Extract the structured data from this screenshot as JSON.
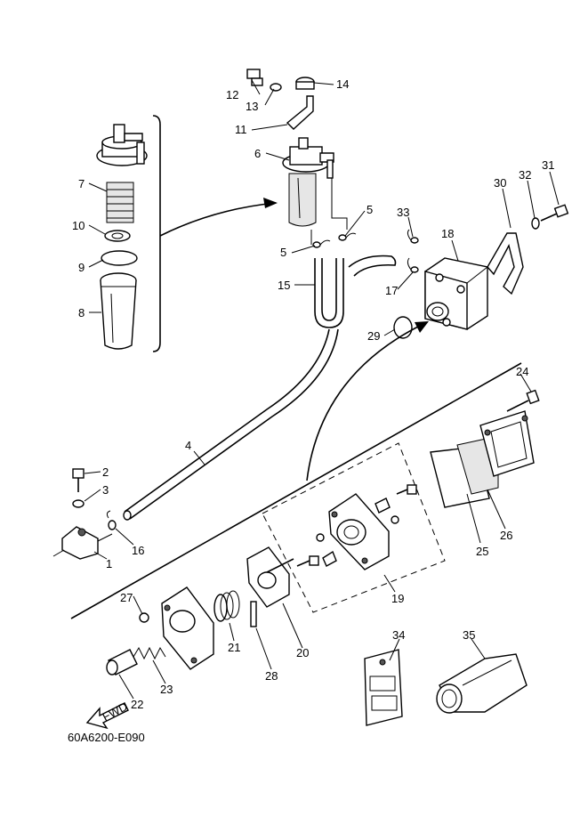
{
  "diagram_code": "60A6200-E090",
  "fwd_label": "FWD",
  "callouts": [
    "1",
    "2",
    "3",
    "4",
    "5",
    "5",
    "6",
    "7",
    "8",
    "9",
    "10",
    "11",
    "12",
    "13",
    "14",
    "15",
    "16",
    "17",
    "18",
    "19",
    "20",
    "21",
    "22",
    "23",
    "24",
    "25",
    "26",
    "27",
    "28",
    "29",
    "30",
    "31",
    "32",
    "33",
    "34",
    "35"
  ]
}
